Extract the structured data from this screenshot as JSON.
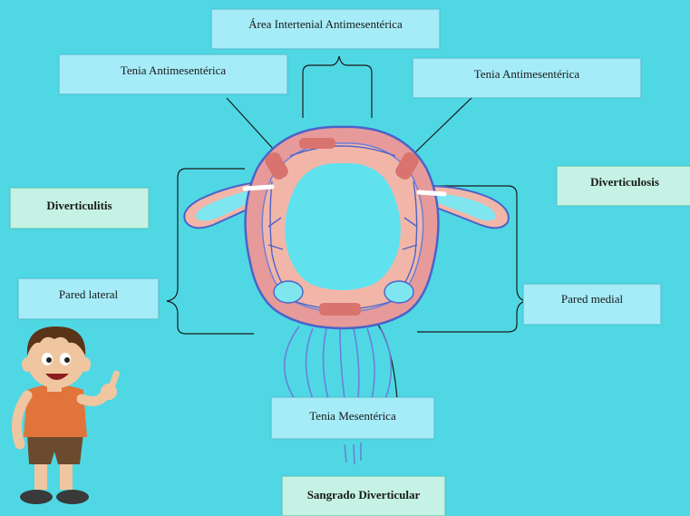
{
  "labels": {
    "area_intertenial": "Área Intertenial Antimesentérica",
    "tenia_left": "Tenia Antimesentérica",
    "tenia_right": "Tenia Antimesentérica",
    "diverticulitis": "Diverticulitis",
    "diverticulosis": "Diverticulosis",
    "pared_lateral": "Pared lateral",
    "pared_medial": "Pared medial",
    "tenia_mesenterica": "Tenia Mesentérica",
    "sangrado": "Sangrado Diverticular"
  },
  "colors": {
    "background": "#4fd8e4",
    "box": "#a5ecf8",
    "box_green": "#c5f2e4",
    "wall_outer": "#e79a9a",
    "wall_inner": "#f2b6a8",
    "vessel": "#4b63c9",
    "lumen": "#5fe2ee"
  }
}
